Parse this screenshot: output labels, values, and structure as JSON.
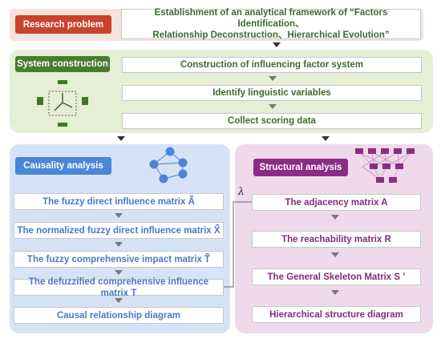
{
  "research": {
    "tag": "Research problem",
    "title_line1": "Establishment of an analytical framework of “Factors Identification、",
    "title_line2": "Relationship Deconstruction、Hierarchical Evolution”"
  },
  "system": {
    "tag": "System construction",
    "steps": [
      "Construction of influencing factor system",
      "Identify linguistic variables",
      "Collect scoring data"
    ]
  },
  "causality": {
    "tag": "Causality analysis",
    "steps": [
      "The fuzzy direct influence matrix Ã̃",
      "The normalized fuzzy direct influence matrix X̃̃",
      "The fuzzy comprehensive impact matrix T̃̃",
      "The defuzzified comprehensive influence matrix T",
      "Causal relationship diagram"
    ]
  },
  "structural": {
    "tag": "Structural analysis",
    "lambda": "λ",
    "steps": [
      "The adjacency matrix A",
      "The reachability matrix R",
      "The General Skeleton Matrix S ’",
      "Hierarchical structure diagram"
    ]
  },
  "colors": {
    "research_tag": "#c8432b",
    "green_tag": "#4a7c2e",
    "green_panel": "#e4efd6",
    "blue_tag": "#4a86d6",
    "blue_panel": "#d6e2f6",
    "purple_tag": "#8b2c85",
    "purple_panel": "#efd9ea"
  }
}
